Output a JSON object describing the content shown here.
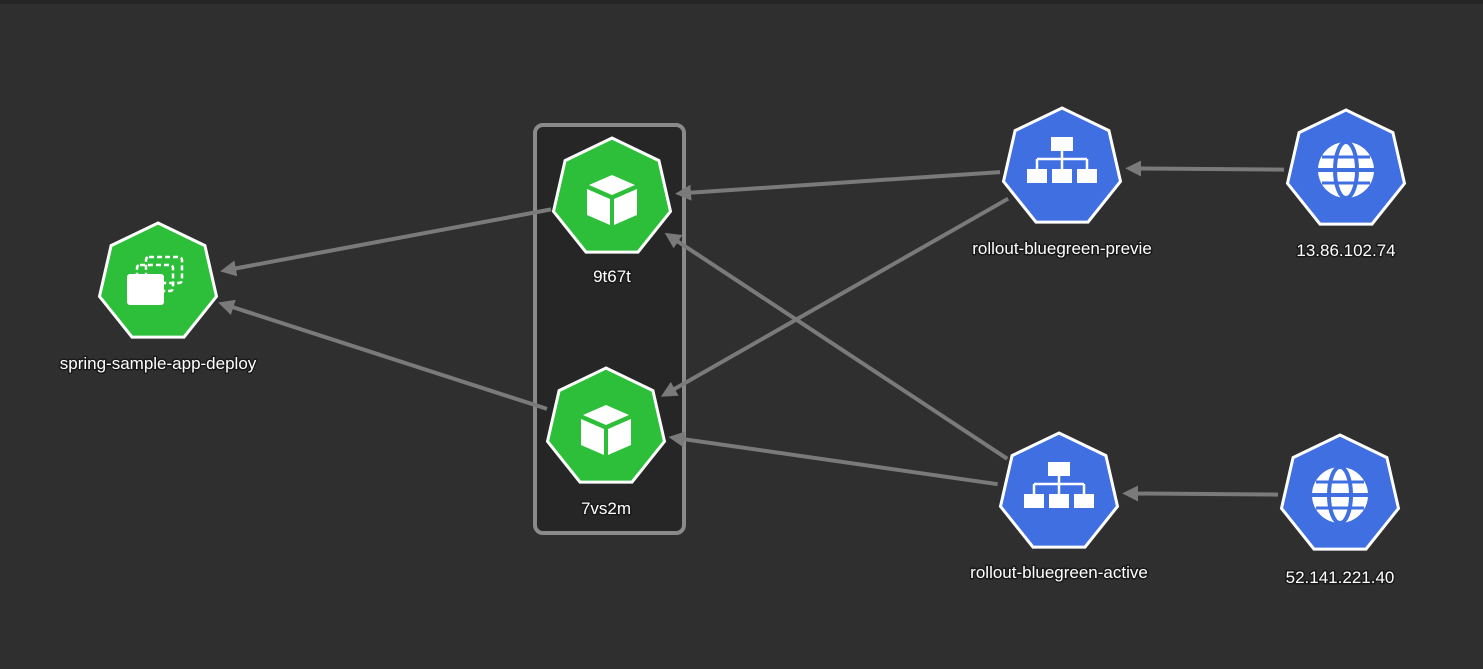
{
  "colors": {
    "background": "#2f2f2f",
    "green": "#2ebf3a",
    "blue": "#3f6fe0",
    "edge": "#7a7a7a",
    "group_border": "#8a8a8a",
    "group_fill": "#262626"
  },
  "nodes": {
    "deploy": {
      "label": "spring-sample-app-deploy",
      "icon": "deployment-icon",
      "color": "green"
    },
    "pod_a": {
      "label": "9t67t",
      "icon": "pod-cube-icon",
      "color": "green"
    },
    "pod_b": {
      "label": "7vs2m",
      "icon": "pod-cube-icon",
      "color": "green"
    },
    "svc_preview": {
      "label": "rollout-bluegreen-previe",
      "icon": "service-network-icon",
      "color": "blue"
    },
    "svc_active": {
      "label": "rollout-bluegreen-active",
      "icon": "service-network-icon",
      "color": "blue"
    },
    "ip_preview": {
      "label": "13.86.102.74",
      "icon": "globe-icon",
      "color": "blue"
    },
    "ip_active": {
      "label": "52.141.221.40",
      "icon": "globe-icon",
      "color": "blue"
    }
  },
  "edges": [
    {
      "from": "pod_a",
      "to": "deploy"
    },
    {
      "from": "pod_b",
      "to": "deploy"
    },
    {
      "from": "svc_preview",
      "to": "pod_a"
    },
    {
      "from": "svc_preview",
      "to": "pod_b"
    },
    {
      "from": "svc_active",
      "to": "pod_a"
    },
    {
      "from": "svc_active",
      "to": "pod_b"
    },
    {
      "from": "ip_preview",
      "to": "svc_preview"
    },
    {
      "from": "ip_active",
      "to": "svc_active"
    }
  ]
}
